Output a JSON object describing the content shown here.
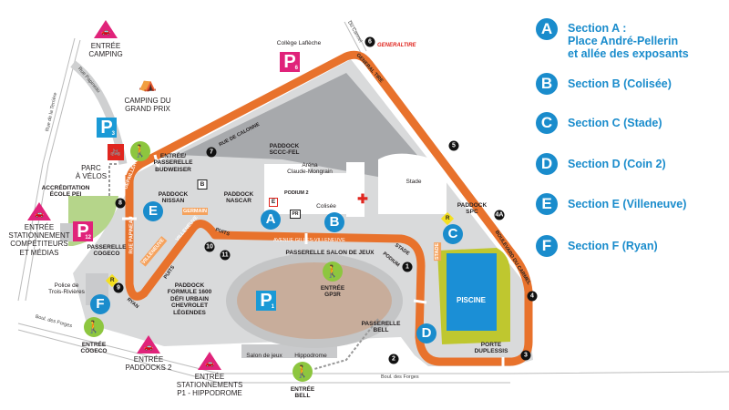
{
  "legend": [
    {
      "letter": "A",
      "line1": "Section A :",
      "line2": "Place André-Pellerin",
      "line3": "et allée des exposants"
    },
    {
      "letter": "B",
      "line1": "Section B (Colisée)"
    },
    {
      "letter": "C",
      "line1": "Section C (Stade)"
    },
    {
      "letter": "D",
      "line1": "Section D (Coin 2)"
    },
    {
      "letter": "E",
      "line1": "Section E (Villeneuve)"
    },
    {
      "letter": "F",
      "line1": "Section F (Ryan)"
    }
  ],
  "colors": {
    "section": "#1a8ccc",
    "track": "#e8722c",
    "entrance": "#e0237a",
    "walk": "#8dc63f",
    "parking_blue": "#1a9ad6"
  },
  "entrances": {
    "camping": [
      "ENTRÉE",
      "CAMPING"
    ],
    "competitors": [
      "ENTRÉE",
      "STATIONNEMENT",
      "COMPÉTITEURS",
      "ET MÉDIAS"
    ],
    "paddocks2": [
      "ENTRÉE",
      "PADDOCKS 2"
    ],
    "hippodrome": [
      "ENTRÉE",
      "STATIONNEMENTS",
      "P1 - HIPPODROME"
    ]
  },
  "walk_entries": {
    "budweiser": [
      "ENTRÉE/",
      "PASSERELLE",
      "BUDWEISER"
    ],
    "cogeco": [
      "ENTRÉE",
      "COGECO"
    ],
    "gp3r": [
      "ENTRÉE",
      "GP3R"
    ],
    "bell": [
      "ENTRÉE",
      "BELL"
    ],
    "paid_symbol": "$"
  },
  "parkings": {
    "p3": {
      "letter": "P",
      "num": "3"
    },
    "p6": {
      "letter": "P",
      "num": "6"
    },
    "p12": {
      "letter": "P",
      "num": "12"
    },
    "p1": {
      "letter": "P",
      "num": "1"
    }
  },
  "places": {
    "camping": [
      "CAMPING DU",
      "GRAND PRIX"
    ],
    "parc_velos": [
      "PARC",
      "À VÉLOS"
    ],
    "accreditation": [
      "ACCRÉDITATION",
      "ÉCOLE PEI"
    ],
    "college": "Collège Laflèche",
    "paddock_sccc": [
      "PADDOCK",
      "SCCC-FEL"
    ],
    "arena": [
      "Aréna",
      "Claude-Mongrain"
    ],
    "colisee": "Colisée",
    "stade": "Stade",
    "paddock_spc": [
      "PADDOCK",
      "SPC"
    ],
    "paddock_nissan": [
      "PADDOCK",
      "NISSAN"
    ],
    "paddock_nascar": [
      "PADDOCK",
      "NASCAR"
    ],
    "paddock_f1600": [
      "PADDOCK",
      "FORMULE 1600",
      "DÉFI URBAIN",
      "CHEVROLET",
      "LÉGENDES"
    ],
    "police": [
      "Police de",
      "Trois-Rivières"
    ],
    "salon": "Salon de jeux",
    "hippodrome": "Hippodrome",
    "piscine": "PISCINE",
    "porte": [
      "PORTE",
      "DUPLESSIS"
    ],
    "podium2": "PODIUM 2",
    "podium": "PODIUM",
    "stade_stand": "STADE",
    "villeneuve_stand": "VILLENEUVE",
    "germain": "GERMAIN",
    "sponsor": "GENERALTIRE"
  },
  "passerelles": {
    "cogeco": [
      "PASSERELLE",
      "COGECO"
    ],
    "salon": "PASSERELLE SALON DE JEUX",
    "bell": [
      "PASSERELLE",
      "BELL"
    ]
  },
  "track_names": {
    "calonne": "RUE DE CALONNE",
    "general": "GENERAL TIRE",
    "carmel": "BOULEVARD DU CARMEL",
    "avenue": "AVENUE GILLES-VILLENEUVE",
    "stade": "STADE",
    "depailler": "DEPAILLER",
    "papineau": "RUE PAPINEAU",
    "ryan": "RYAN",
    "villeneuve": "VILLENEUVE",
    "puits": "PUITS",
    "puits2": "PUITS"
  },
  "roads": {
    "papineau": "Rue Papineau",
    "terriere": "Rue de la Terrière",
    "forges1": "Boul. des Forges",
    "forges2": "Boul. des Forges",
    "carmel": "Du Carmel"
  },
  "corners": [
    "1",
    "2",
    "3",
    "4",
    "4A",
    "5",
    "6",
    "7",
    "8",
    "9",
    "10",
    "11"
  ],
  "markers": {
    "r": "R",
    "e": "E",
    "b": "B",
    "pr": "PR"
  }
}
